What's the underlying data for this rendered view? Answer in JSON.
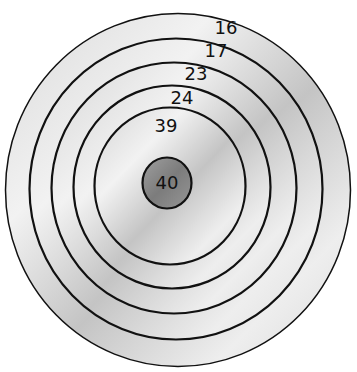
{
  "diagram": {
    "nodes": [
      {
        "text": [
          "16"
        ]
      },
      {
        "text": [
          "17"
        ],
        "in": 0
      },
      {
        "text": [
          "23"
        ],
        "in": 1
      },
      {
        "text": [
          "24"
        ],
        "in": 2
      },
      {
        "text": [
          "39"
        ],
        "in": 3
      },
      {
        "text": [
          "40"
        ],
        "in": 4
      }
    ]
  }
}
